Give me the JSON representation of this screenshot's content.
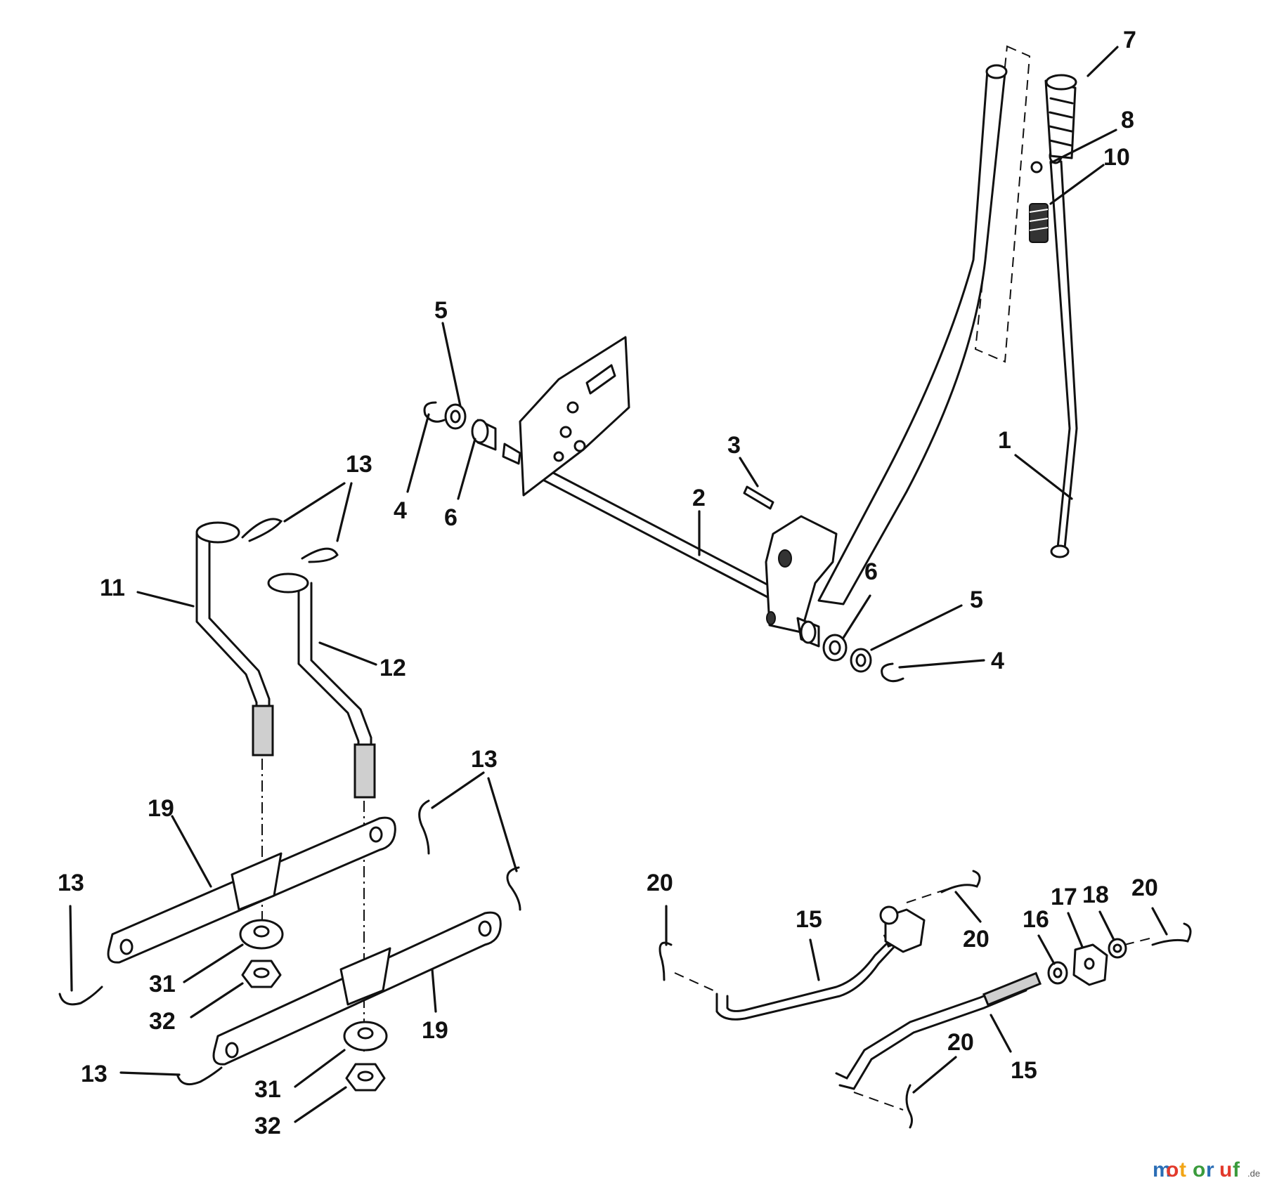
{
  "callouts": {
    "c1": "1",
    "c2": "2",
    "c3": "3",
    "c4a": "4",
    "c4b": "4",
    "c5a": "5",
    "c5b": "5",
    "c6a": "6",
    "c6b": "6",
    "c7": "7",
    "c8": "8",
    "c10": "10",
    "c11": "11",
    "c12": "12",
    "c13a": "13",
    "c13b": "13",
    "c13c": "13",
    "c13d": "13",
    "c15a": "15",
    "c15b": "15",
    "c16": "16",
    "c17": "17",
    "c18": "18",
    "c19a": "19",
    "c19b": "19",
    "c20a": "20",
    "c20b": "20",
    "c20c": "20",
    "c20d": "20",
    "c31a": "31",
    "c31b": "31",
    "c32a": "32",
    "c32b": "32"
  },
  "watermark": {
    "parts": [
      "m",
      "o",
      "t",
      "o",
      "r",
      "u",
      "f"
    ],
    "colors": [
      "#2a6db5",
      "#e23a2c",
      "#f2a516",
      "#3a9b3c",
      "#2a6db5",
      "#e23a2c",
      "#3a9b3c"
    ],
    "suffix": ".de"
  }
}
